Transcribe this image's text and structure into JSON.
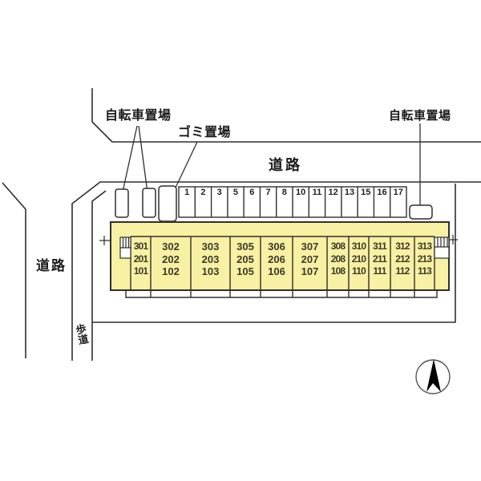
{
  "labels": {
    "bicycle_parking_left": "自転車置場",
    "garbage_area": "ゴミ置場",
    "road_top": "道路",
    "bicycle_parking_right": "自転車置場",
    "road_left": "道路",
    "sidewalk": "歩道"
  },
  "parking": {
    "stall_numbers": [
      "1",
      "2",
      "3",
      "5",
      "6",
      "7",
      "8",
      "10",
      "11",
      "12",
      "13",
      "15",
      "16",
      "17"
    ]
  },
  "building": {
    "unit_columns": [
      [
        "301",
        "201",
        "101"
      ],
      [
        "302",
        "202",
        "102"
      ],
      [
        "303",
        "203",
        "103"
      ],
      [
        "305",
        "205",
        "105"
      ],
      [
        "306",
        "206",
        "106"
      ],
      [
        "307",
        "207",
        "107"
      ],
      [
        "308",
        "208",
        "108"
      ],
      [
        "310",
        "210",
        "110"
      ],
      [
        "311",
        "211",
        "111"
      ],
      [
        "312",
        "212",
        "112"
      ],
      [
        "313",
        "213",
        "113"
      ]
    ]
  },
  "compass": {
    "icon": "north-arrow"
  },
  "colors": {
    "building_fill": "#F8F0A2",
    "line": "#2F2F2F",
    "compass_needle": "#000000",
    "background": "#FFFFFF"
  }
}
